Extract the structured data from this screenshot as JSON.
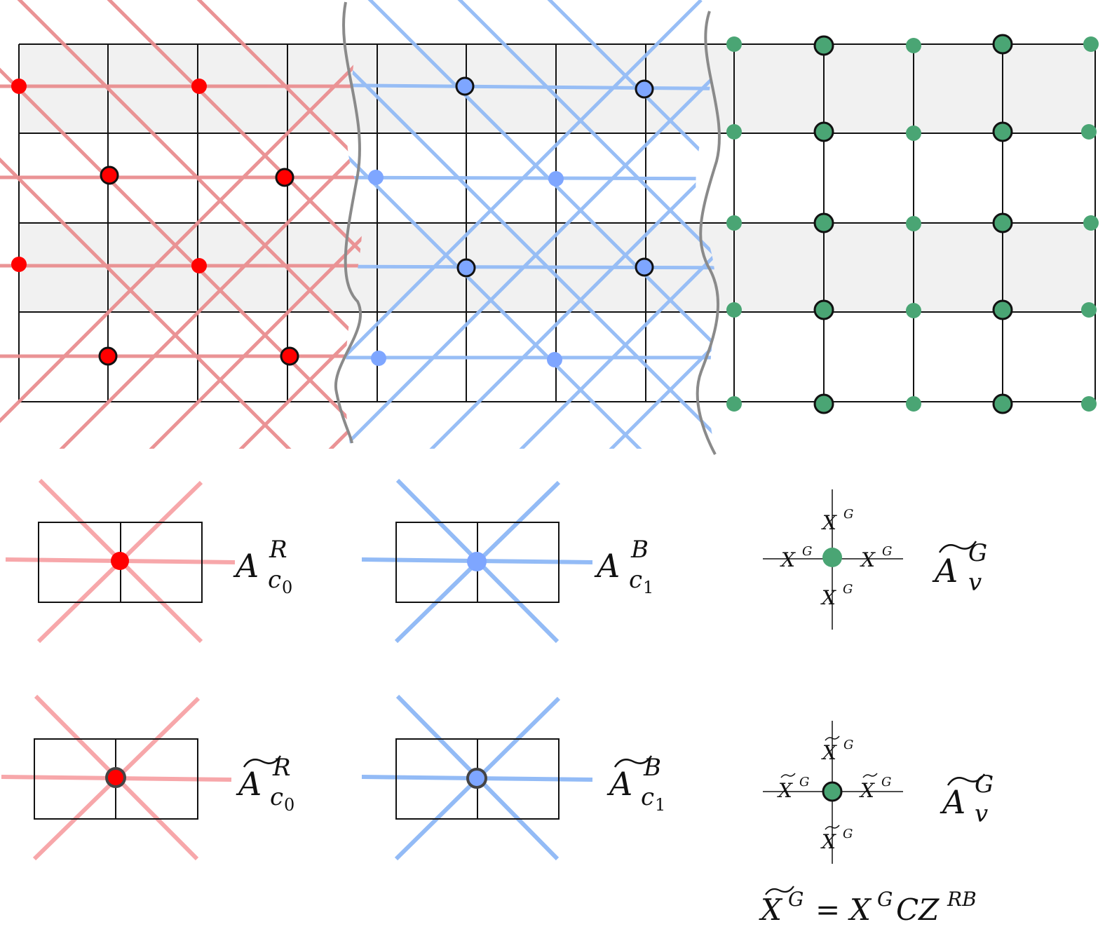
{
  "colors": {
    "red_node": "#ff0000",
    "red_line": "#e98e90",
    "red_light": "#f7a7aa",
    "blue_node": "#7ea6ff",
    "blue_line": "#93bbf6",
    "green_node": "#4aa574",
    "grid": "#111111",
    "shade": "#f1f1f1",
    "cut": "#8a8a8a"
  },
  "operators": {
    "a_r": {
      "base": "A",
      "sup": "R",
      "sub": "c",
      "sub2": "0"
    },
    "a_b": {
      "base": "A",
      "sup": "B",
      "sub": "c",
      "sub2": "1"
    },
    "a_g": {
      "base": "A",
      "sup": "G",
      "sub": "v"
    },
    "a_r_tilde": {
      "base": "A",
      "sup": "R",
      "sub": "c",
      "sub2": "0"
    },
    "a_b_tilde": {
      "base": "A",
      "sup": "B",
      "sub": "c",
      "sub2": "1"
    },
    "a_g_tilde": {
      "base": "A",
      "sup": "G",
      "sub": "v"
    }
  },
  "star_labels": {
    "x": "X",
    "g": "G"
  },
  "equation": {
    "lhs": "X",
    "lhs_sup": "G",
    "eq": "=",
    "r1": "X",
    "r1_sup": "G",
    "r2": "CZ",
    "r2_sup": "RB"
  }
}
